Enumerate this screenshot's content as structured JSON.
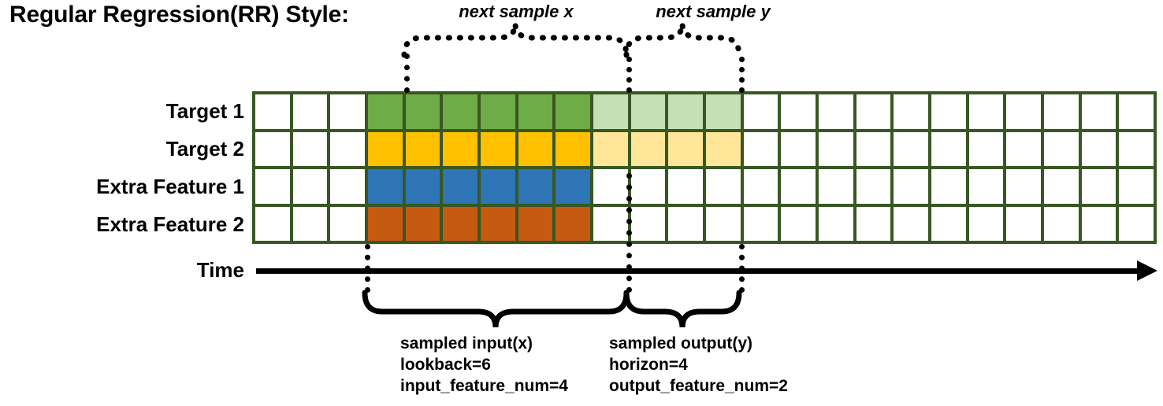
{
  "title": "Regular Regression(RR) Style:",
  "axis": {
    "time_label": "Time"
  },
  "rows": [
    {
      "name": "target-1",
      "label": "Target 1"
    },
    {
      "name": "target-2",
      "label": "Target 2"
    },
    {
      "name": "extra-feature-1",
      "label": "Extra Feature 1"
    },
    {
      "name": "extra-feature-2",
      "label": "Extra Feature 2"
    }
  ],
  "grid": {
    "columns": 24,
    "rows": 4,
    "border_color": "#385723",
    "empty_color": "#ffffff",
    "cells": [
      [
        "#ffffff",
        "#ffffff",
        "#ffffff",
        "#6FAB46",
        "#6FAB46",
        "#6FAB46",
        "#6FAB46",
        "#6FAB46",
        "#6FAB46",
        "#C5E0B4",
        "#C5E0B4",
        "#C5E0B4",
        "#C5E0B4",
        "#ffffff",
        "#ffffff",
        "#ffffff",
        "#ffffff",
        "#ffffff",
        "#ffffff",
        "#ffffff",
        "#ffffff",
        "#ffffff",
        "#ffffff",
        "#ffffff"
      ],
      [
        "#ffffff",
        "#ffffff",
        "#ffffff",
        "#FFC000",
        "#FFC000",
        "#FFC000",
        "#FFC000",
        "#FFC000",
        "#FFC000",
        "#FFE699",
        "#FFE699",
        "#FFE699",
        "#FFE699",
        "#ffffff",
        "#ffffff",
        "#ffffff",
        "#ffffff",
        "#ffffff",
        "#ffffff",
        "#ffffff",
        "#ffffff",
        "#ffffff",
        "#ffffff",
        "#ffffff"
      ],
      [
        "#ffffff",
        "#ffffff",
        "#ffffff",
        "#2E75B6",
        "#2E75B6",
        "#2E75B6",
        "#2E75B6",
        "#2E75B6",
        "#2E75B6",
        "#ffffff",
        "#ffffff",
        "#ffffff",
        "#ffffff",
        "#ffffff",
        "#ffffff",
        "#ffffff",
        "#ffffff",
        "#ffffff",
        "#ffffff",
        "#ffffff",
        "#ffffff",
        "#ffffff",
        "#ffffff",
        "#ffffff"
      ],
      [
        "#ffffff",
        "#ffffff",
        "#ffffff",
        "#C55A11",
        "#C55A11",
        "#C55A11",
        "#C55A11",
        "#C55A11",
        "#C55A11",
        "#ffffff",
        "#ffffff",
        "#ffffff",
        "#ffffff",
        "#ffffff",
        "#ffffff",
        "#ffffff",
        "#ffffff",
        "#ffffff",
        "#ffffff",
        "#ffffff",
        "#ffffff",
        "#ffffff",
        "#ffffff",
        "#ffffff"
      ]
    ]
  },
  "annotations": {
    "top": [
      {
        "name": "next-sample-x",
        "text": "next sample x"
      },
      {
        "name": "next-sample-y",
        "text": "next sample y"
      }
    ],
    "bottom": {
      "input": {
        "title": "sampled input(x)",
        "line2": "lookback=6",
        "line3": "input_feature_num=4"
      },
      "output": {
        "title": "sampled output(y)",
        "line2": "horizon=4",
        "line3": "output_feature_num=2"
      }
    }
  },
  "colors": {
    "target1": "#6FAB46",
    "target1_light": "#C5E0B4",
    "target2": "#FFC000",
    "target2_light": "#FFE699",
    "feature1": "#2E75B6",
    "feature2": "#C55A11",
    "grid_border": "#385723"
  }
}
